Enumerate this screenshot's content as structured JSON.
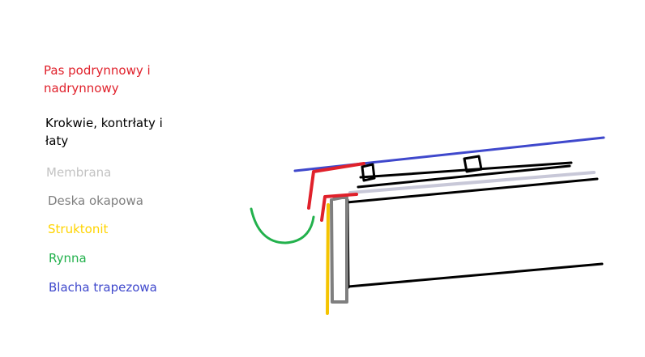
{
  "colors": {
    "pas": "#e0212b",
    "krokwie": "#000000",
    "membrana": "#c8c8d8",
    "deska": "#7f7f7f",
    "struktonit": "#f5c400",
    "rynna": "#22b14c",
    "blacha": "#3f48cc",
    "membrana_text": "#c3c3c3",
    "deska_text": "#7f7f7f",
    "struktonit_text": "#ffd400"
  },
  "legend": {
    "pas_line1": "Pas podrynnowy i",
    "pas_line2": "nadrynnowy",
    "krokwie_line1": "Krokwie, kontrłaty i",
    "krokwie_line2": "łaty",
    "membrana": "Membrana",
    "deska": "Deska okapowa",
    "struktonit": "Struktonit",
    "rynna": "Rynna",
    "blacha": "Blacha trapezowa"
  }
}
